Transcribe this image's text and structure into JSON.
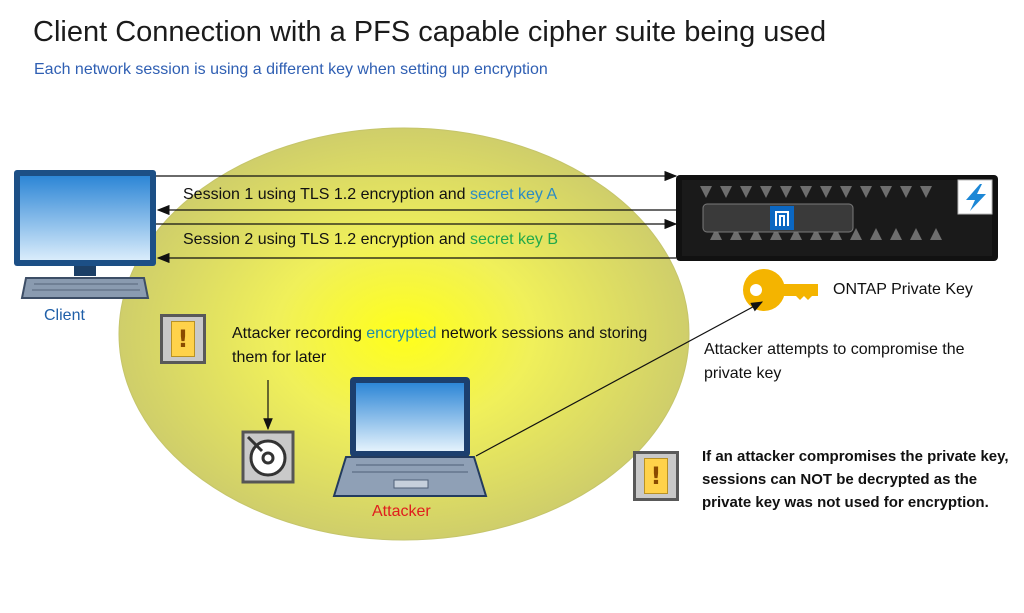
{
  "title": "Client Connection with a PFS capable cipher suite being used",
  "subtitle": "Each network session is using a different key when setting up encryption",
  "session1": {
    "prefix": "Session 1 using TLS 1.2 encryption and ",
    "key": "secret key A"
  },
  "session2": {
    "prefix": "Session 2 using TLS 1.2 encryption and ",
    "key": "secret key B"
  },
  "client_label": "Client",
  "attacker_label": "Attacker",
  "key_label": "ONTAP Private Key",
  "recording": {
    "part1": "Attacker recording ",
    "highlight": "encrypted",
    "part2": " network sessions and storing them for later"
  },
  "compromise_text": "Attacker attempts to compromise the private key",
  "note_text": "If an attacker compromises the private key, sessions can NOT be decrypted as the private key was not used for encryption.",
  "warning_glyph": "!",
  "colors": {
    "ellipse_center": "#ffff00",
    "ellipse_edge": "#c8c85a",
    "monitor_blue": "#3a8fd8",
    "client_text": "#1f5fa8",
    "attacker_text": "#e01d1d",
    "key_gold": "#f4b400",
    "key_a": "#2a8bc4",
    "key_b": "#22a94a"
  },
  "icons": [
    "client-monitor-icon",
    "storage-server-icon",
    "lightning-badge-icon",
    "gold-key-icon",
    "warning-icon",
    "disk-storage-icon",
    "attacker-laptop-icon"
  ]
}
